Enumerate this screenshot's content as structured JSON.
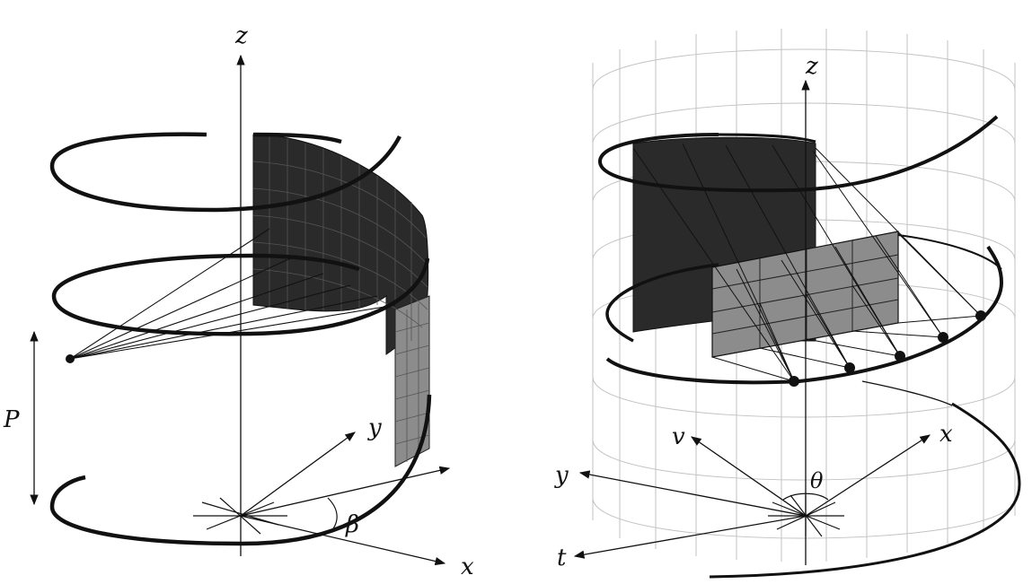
{
  "figure": {
    "left_panel": {
      "labels": {
        "z": "z",
        "y": "y",
        "x": "x",
        "P": "P",
        "beta": "β"
      }
    },
    "right_panel": {
      "labels": {
        "z": "z",
        "v": "v",
        "x": "x",
        "y": "y",
        "t": "t",
        "theta": "θ"
      }
    }
  },
  "colors": {
    "ink": "#111111",
    "dark_panel": "#2a2a2a",
    "gray_panel": "#8c8c8c",
    "grid_light": "#bdbdbd"
  }
}
